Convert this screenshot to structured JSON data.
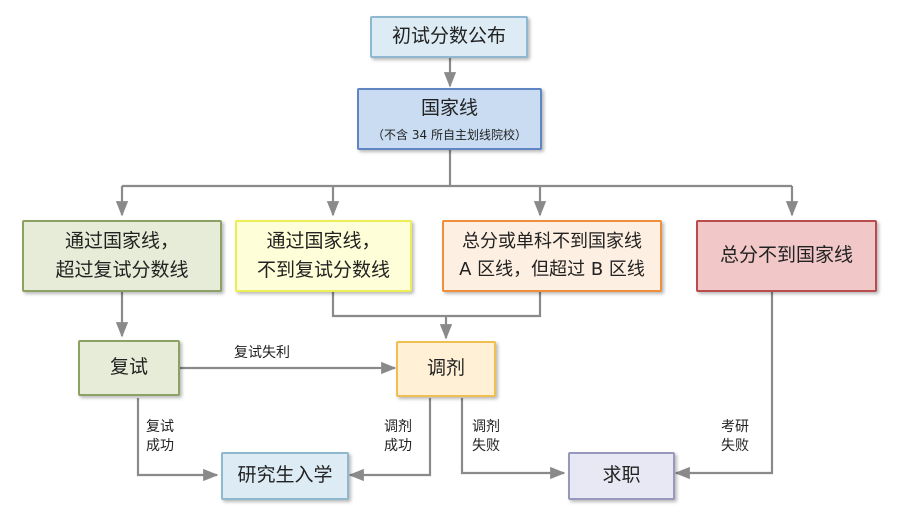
{
  "colors": {
    "line": "#8a8a8a",
    "blue_fill": "#dcebf4",
    "blue_border": "#8fb8d0",
    "navy_fill": "#c9dcf2",
    "navy_border": "#5f86c3",
    "green_fill": "#e6ecd7",
    "green_border": "#8ea165",
    "yellow_fill": "#feffd8",
    "yellow_border": "#eded55",
    "orange_fill": "#fdefe1",
    "orange_border": "#ee8f3f",
    "red_fill": "#f1c7c7",
    "red_border": "#b94c4c",
    "peach_fill": "#fff0d6",
    "peach_border": "#efbf52",
    "lavender_fill": "#e8e8f4",
    "lavender_border": "#9898bb"
  },
  "nodes": {
    "publish": {
      "text": "初试分数公布"
    },
    "national": {
      "text": "国家线",
      "sub": "（不含 34 所自主划线院校）"
    },
    "pass_both": {
      "line1": "通过国家线，",
      "line2": "超过复试分数线"
    },
    "pass_below": {
      "line1": "通过国家线，",
      "line2": "不到复试分数线"
    },
    "a_zone": {
      "line1": "总分或单科不到国家线",
      "line2": "A 区线，但超过 B 区线"
    },
    "fail_total": {
      "text": "总分不到国家线"
    },
    "retest": {
      "text": "复试"
    },
    "adjust": {
      "text": "调剂"
    },
    "admission": {
      "text": "研究生入学"
    },
    "job": {
      "text": "求职"
    }
  },
  "edge_labels": {
    "retest_fail": "复试失利",
    "retest_success": {
      "line1": "复试",
      "line2": "成功"
    },
    "adjust_success": {
      "line1": "调剂",
      "line2": "成功"
    },
    "adjust_fail": {
      "line1": "调剂",
      "line2": "失败"
    },
    "exam_fail": {
      "line1": "考研",
      "line2": "失败"
    }
  }
}
